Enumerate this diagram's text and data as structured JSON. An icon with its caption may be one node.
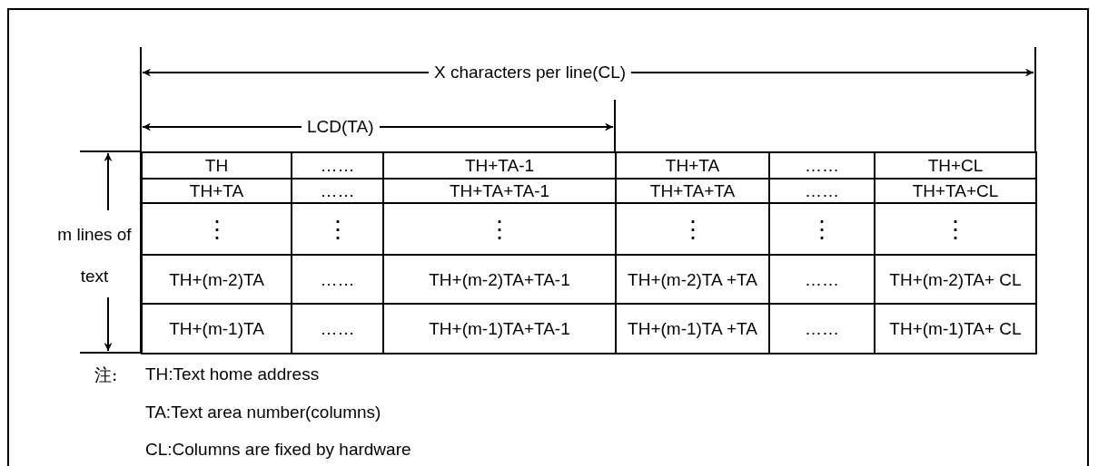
{
  "diagram": {
    "labels": [
      "X characters per line(CL)",
      "LCD(TA)",
      "m lines of text",
      "TH",
      "……",
      "TH+TA-1",
      "TH+TA",
      "……",
      "TH+CL",
      "TH+TA",
      "……",
      "TH+TA+TA-1",
      "TH+TA+TA",
      "……",
      "TH+TA+CL",
      "⋮",
      "⋮",
      "⋮",
      "⋮",
      "⋮",
      "⋮",
      "TH+(m-2)TA",
      "……",
      "TH+(m-2)TA+TA-1",
      "TH+(m-2)TA +TA",
      "……",
      "TH+(m-2)TA+ CL",
      "TH+(m-1)TA",
      "……",
      "TH+(m-1)TA+TA-1",
      "TH+(m-1)TA +TA",
      "……",
      "TH+(m-1)TA+ CL",
      "注:",
      "TH:Text home address",
      "TA:Text area number(columns)",
      "CL:Columns are fixed by hardware"
    ]
  }
}
